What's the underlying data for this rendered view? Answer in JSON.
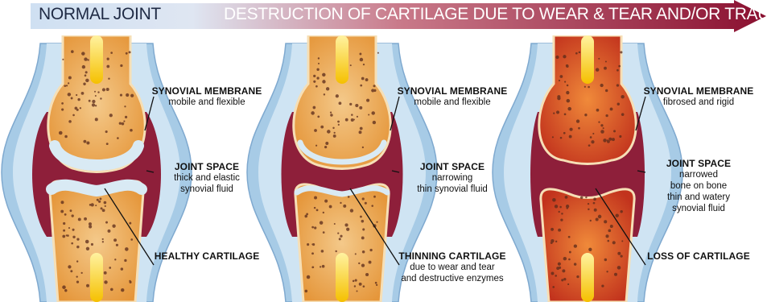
{
  "banner": {
    "left_title": "NORMAL JOINT",
    "right_title": "DESTRUCTION OF CARTILAGE DUE TO WEAR & TEAR AND/OR TRAUMA",
    "colors": {
      "start": "#cfe0f2",
      "mid": "#c97a8a",
      "end": "#8a1030",
      "left_text": "#1f2a44",
      "right_text": "#ffffff"
    }
  },
  "colors": {
    "bone_light": "#f4c98a",
    "bone_dark": "#e5963a",
    "bone_spot": "#5a2a1a",
    "marrow": "#f5c000",
    "capsule_outer": "#a7cbe6",
    "capsule_inner": "#cfe4f3",
    "synovial": "#8e1f3a",
    "cartilage": "#d9eaf4",
    "inflamed": "#c2331d"
  },
  "panels": [
    {
      "stage": "normal",
      "labels": [
        {
          "head": "SYNOVIAL MEMBRANE",
          "lines": [
            "mobile and flexible"
          ]
        },
        {
          "head": "JOINT SPACE",
          "lines": [
            "thick and elastic",
            "synovial fluid"
          ]
        },
        {
          "head": "HEALTHY CARTILAGE",
          "lines": []
        }
      ]
    },
    {
      "stage": "thinning",
      "labels": [
        {
          "head": "SYNOVIAL MEMBRANE",
          "lines": [
            "mobile and flexible"
          ]
        },
        {
          "head": "JOINT SPACE",
          "lines": [
            "narrowing",
            "thin synovial fluid"
          ]
        },
        {
          "head": "THINNING CARTILAGE",
          "lines": [
            "due to wear and tear",
            "and destructive enzymes"
          ]
        }
      ]
    },
    {
      "stage": "loss",
      "labels": [
        {
          "head": "SYNOVIAL MEMBRANE",
          "lines": [
            "fibrosed and rigid"
          ]
        },
        {
          "head": "JOINT SPACE",
          "lines": [
            "narrowed",
            "bone on bone",
            "thin and watery",
            "synovial fluid"
          ]
        },
        {
          "head": "LOSS OF CARTILAGE",
          "lines": []
        }
      ]
    }
  ]
}
